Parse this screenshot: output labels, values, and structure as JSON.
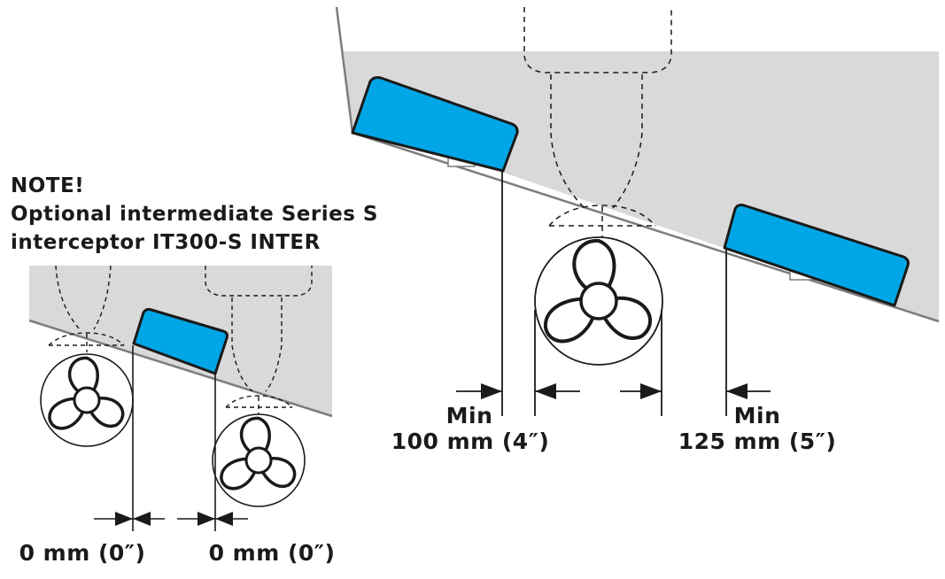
{
  "note": {
    "line1": "NOTE!",
    "line2": "Optional intermediate Series S",
    "line3": "interceptor IT300-S INTER"
  },
  "dimensions": {
    "left_gap_1": "0 mm (0″)",
    "left_gap_2": "0 mm (0″)",
    "right_gap_1_min": "Min",
    "right_gap_1_value": "100 mm (4″)",
    "right_gap_2_min": "Min",
    "right_gap_2_value": "125 mm (5″)"
  },
  "colors": {
    "interceptor": "#00a6e6",
    "hull": "#d9d9d9",
    "line": "#1a1a1a"
  }
}
